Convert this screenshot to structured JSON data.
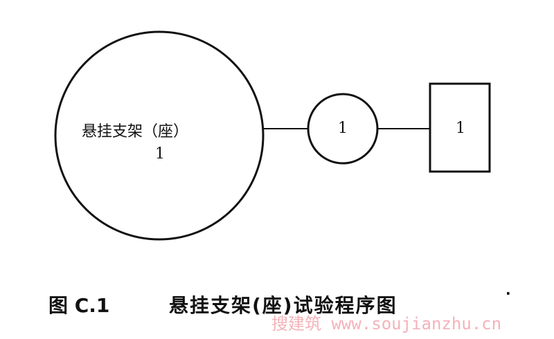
{
  "nodes": {
    "main": {
      "label": "悬挂支架（座）",
      "count": "1"
    },
    "circle": {
      "count": "1"
    },
    "box": {
      "count": "1"
    }
  },
  "caption": {
    "number": "图 C.1",
    "title": "悬挂支架(座)试验程序图",
    "dot": "·"
  },
  "watermark": "搜建筑 www.soujianzhu.cn"
}
